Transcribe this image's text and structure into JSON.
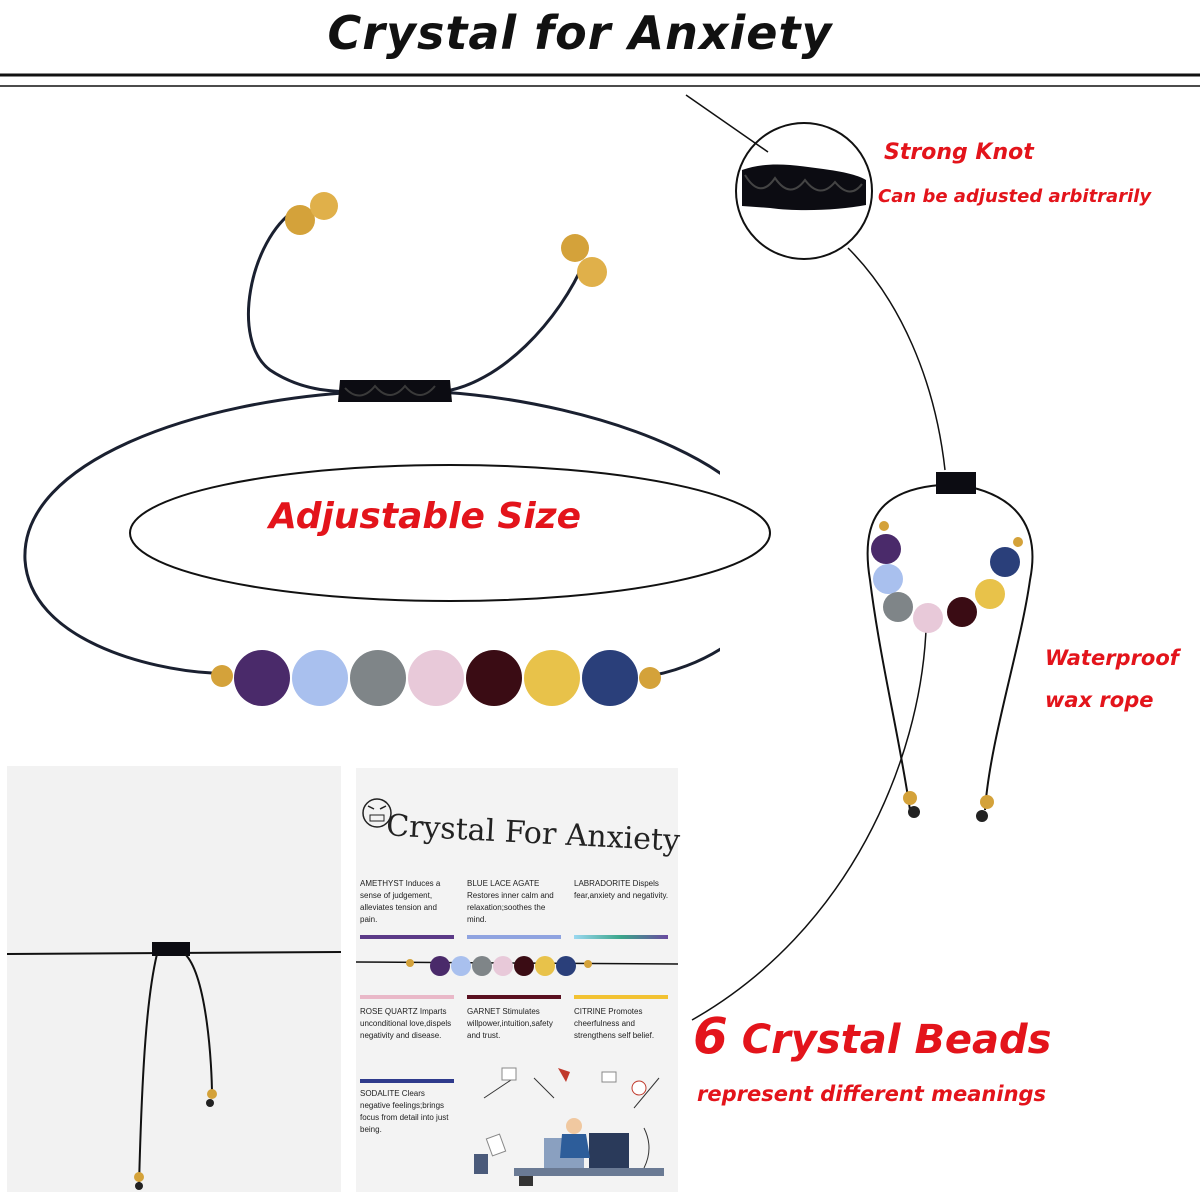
{
  "title": "Crystal for Anxiety",
  "callouts": {
    "knot_title": "Strong Knot",
    "knot_sub": "Can be adjusted arbitrarily",
    "adjustable": "Adjustable Size",
    "waterproof_1": "Waterproof",
    "waterproof_2": "wax rope",
    "beads_num": "6",
    "beads_text": " Crystal Beads",
    "beads_sub": "represent different meanings"
  },
  "card": {
    "title": "Crystal For Anxiety",
    "items": [
      {
        "text": "AMETHYST Induces a sense of judgement, alleviates tension and pain.",
        "color": "#5b3a87"
      },
      {
        "text": "BLUE LACE AGATE Restores inner calm and relaxation;soothes the mind.",
        "color": "#8fa3e0"
      },
      {
        "text": "LABRADORITE Dispels fear,anxiety and negativity.",
        "color": "#3aa58a"
      },
      {
        "text": "ROSE QUARTZ Imparts unconditional love,dispels negativity and disease.",
        "color": "#e9b8c8"
      },
      {
        "text": "GARNET Stimulates willpower,intuition,safety and trust.",
        "color": "#5a1020"
      },
      {
        "text": "CITRINE Promotes cheerfulness and strengthens self belief.",
        "color": "#f2c232"
      },
      {
        "text": "SODALITE Clears negative feelings;brings focus from detail into just being.",
        "color": "#2e3a8c"
      }
    ]
  },
  "bead_colors": [
    "#4a2a6a",
    "#a9c0ee",
    "#7f8588",
    "#e8c9d9",
    "#3a0c14",
    "#e8c24a",
    "#2a3f7a"
  ],
  "accent_red": "#e3141b"
}
